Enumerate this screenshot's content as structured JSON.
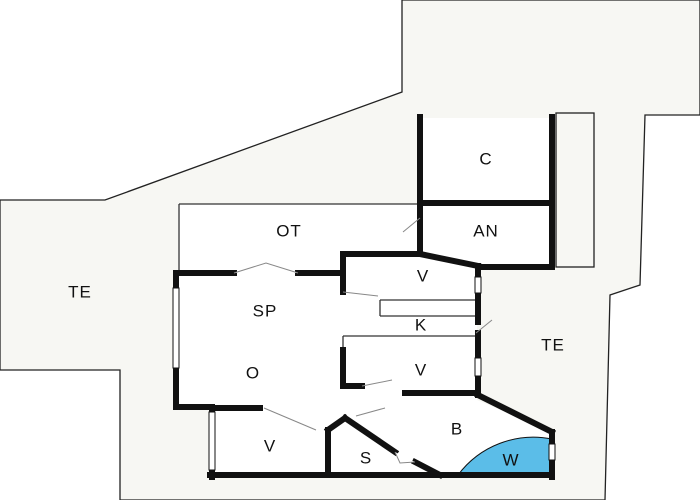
{
  "rooms": {
    "te_left": "TE",
    "te_right": "TE",
    "c": "C",
    "ot": "OT",
    "an": "AN",
    "v_top": "V",
    "sp": "SP",
    "k": "K",
    "o": "O",
    "v_mid": "V",
    "b": "B",
    "v_bottom": "V",
    "s": "S",
    "w": "W"
  },
  "colors": {
    "wall": "#111111",
    "terrace_fill": "#f7f7f3",
    "bathtub": "#5bbde8"
  }
}
